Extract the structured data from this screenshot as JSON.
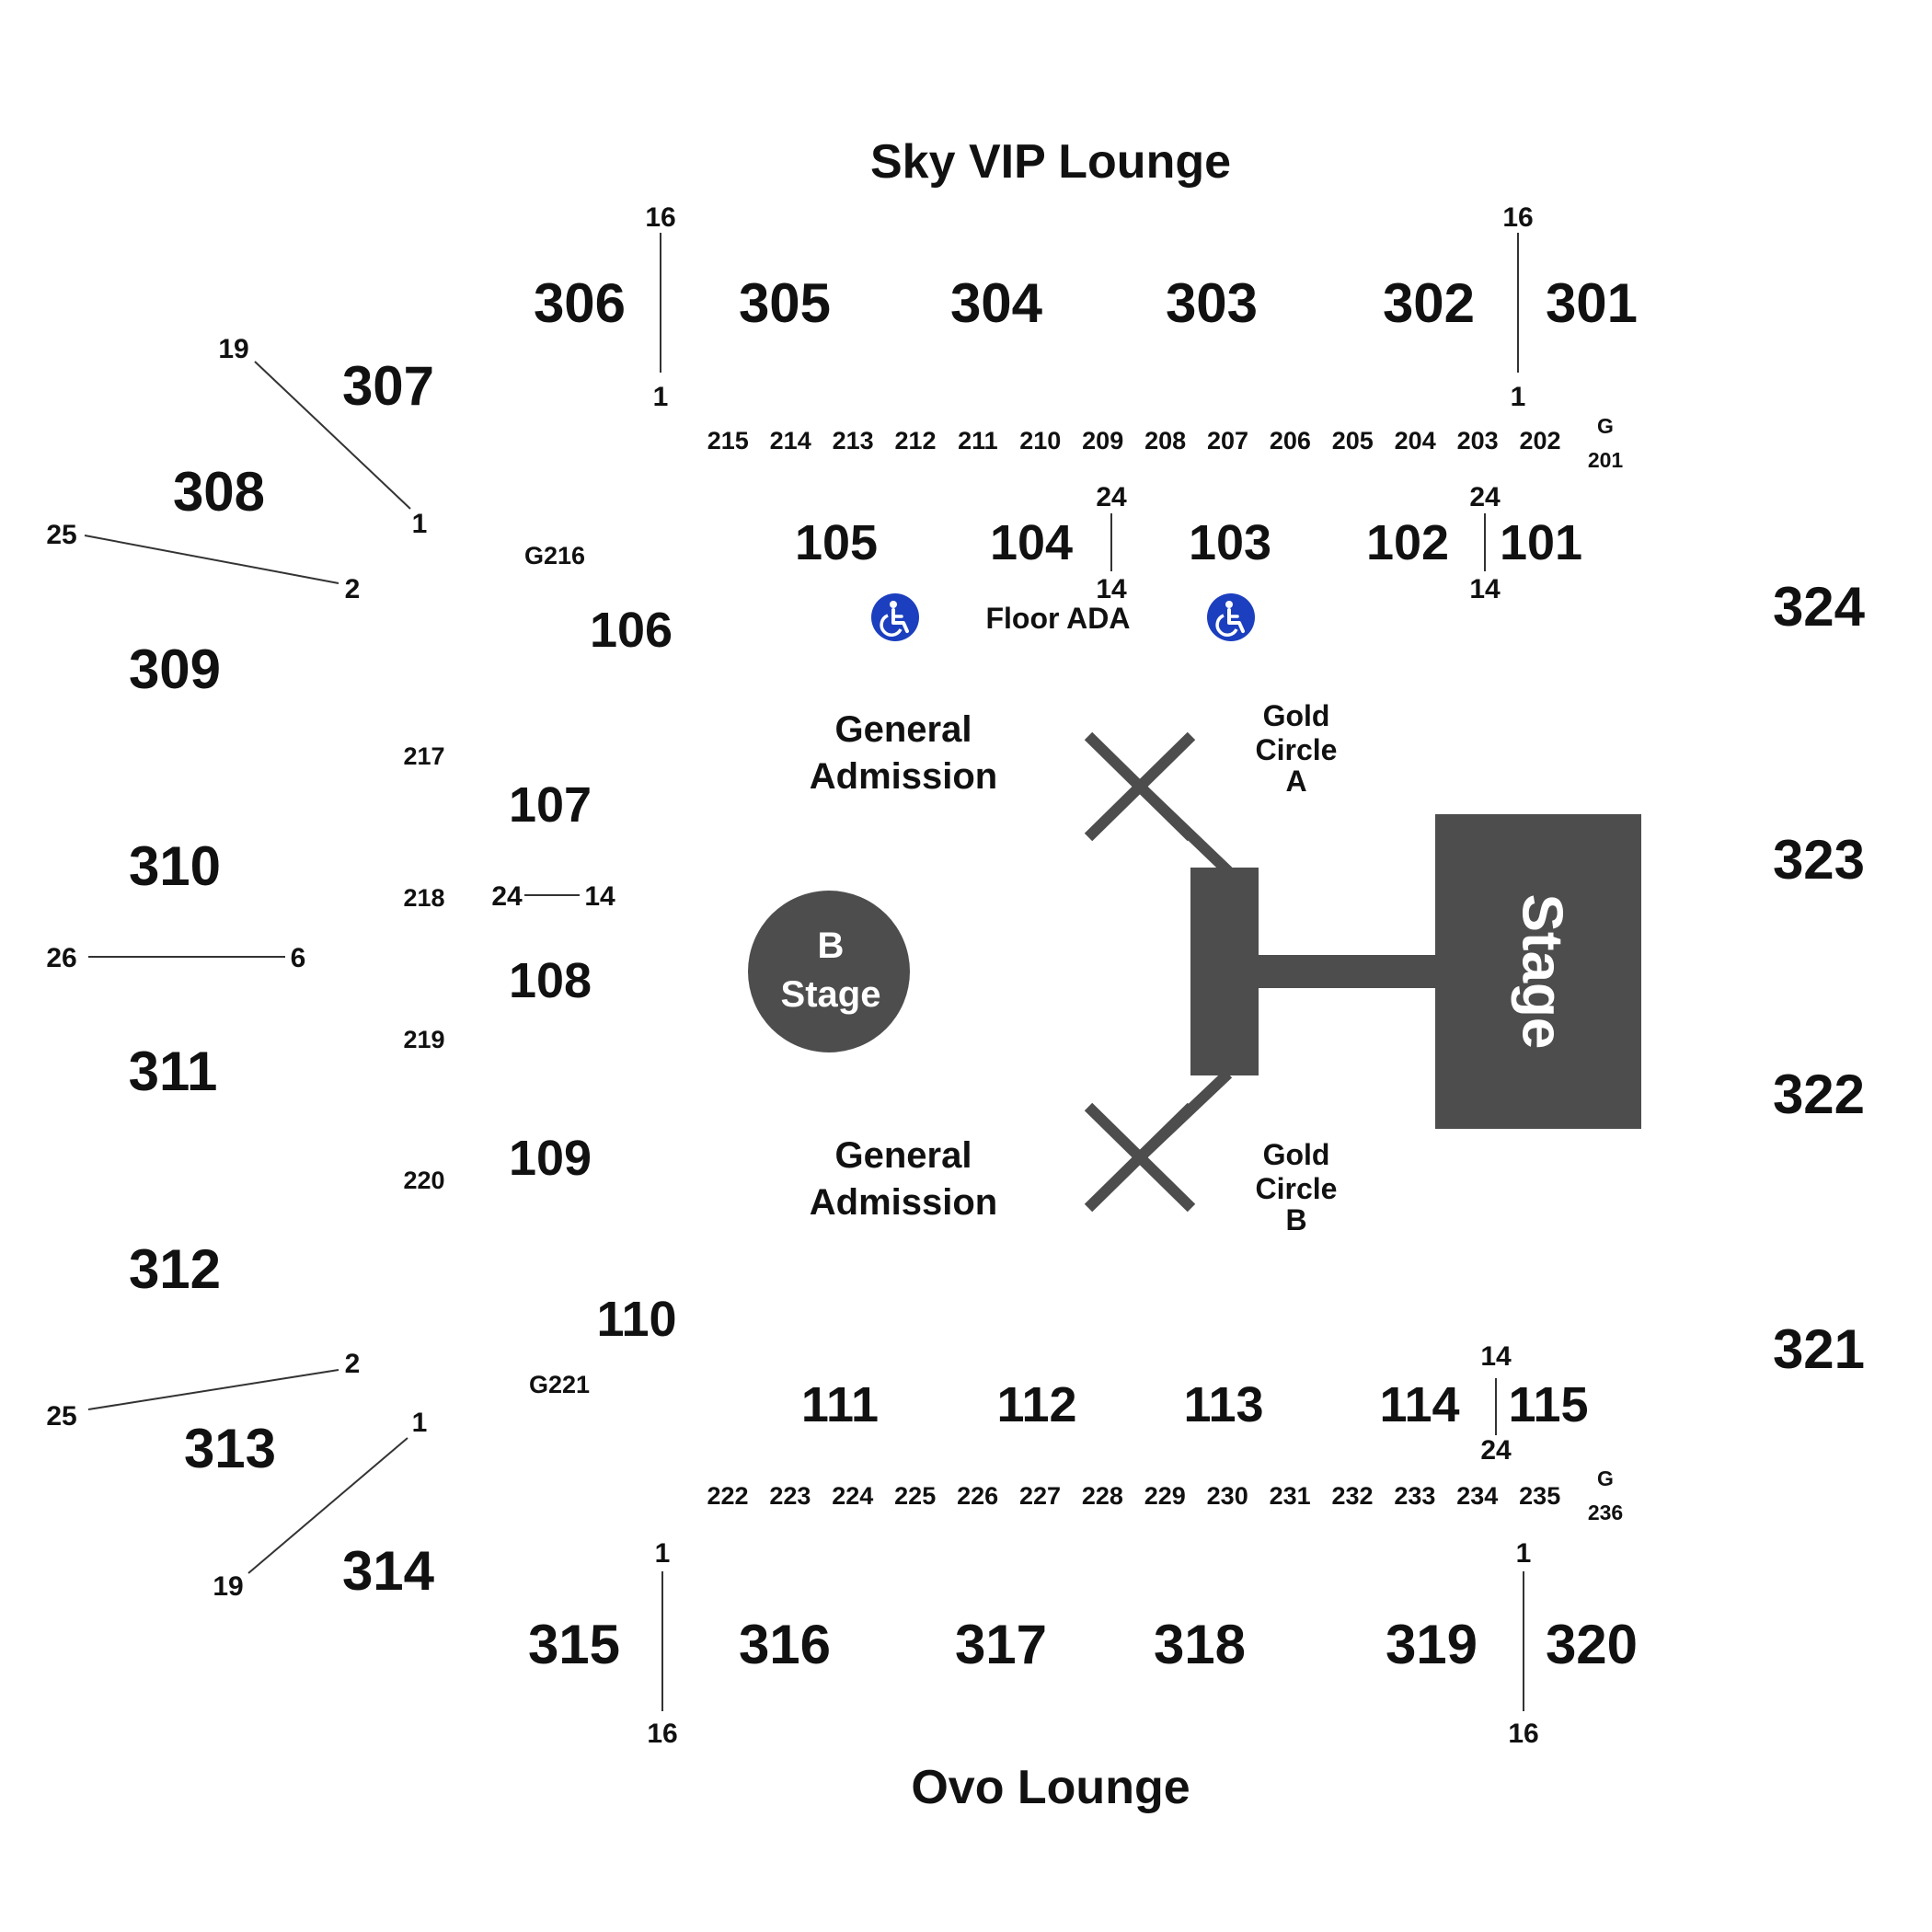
{
  "lounges": {
    "top": "Sky VIP Lounge",
    "bottom": "Ovo Lounge"
  },
  "sections_300": [
    "301",
    "302",
    "303",
    "304",
    "305",
    "306",
    "307",
    "308",
    "309",
    "310",
    "311",
    "312",
    "313",
    "314",
    "315",
    "316",
    "317",
    "318",
    "319",
    "320",
    "321",
    "322",
    "323",
    "324"
  ],
  "sections_100": [
    "101",
    "102",
    "103",
    "104",
    "105",
    "106",
    "107",
    "108",
    "109",
    "110",
    "111",
    "112",
    "113",
    "114",
    "115"
  ],
  "sections_200_top": [
    "202",
    "203",
    "204",
    "205",
    "206",
    "207",
    "208",
    "209",
    "210",
    "211",
    "212",
    "213",
    "214",
    "215"
  ],
  "sections_200_left": [
    "217",
    "218",
    "219",
    "220"
  ],
  "sections_200_bottom": [
    "222",
    "223",
    "224",
    "225",
    "226",
    "227",
    "228",
    "229",
    "230",
    "231",
    "232",
    "233",
    "234",
    "235"
  ],
  "g_sections": {
    "g216": "G216",
    "g221": "G221",
    "g_top": "G",
    "s201": "201",
    "g_bottom": "G",
    "s236": "236"
  },
  "row_labels": {
    "sec306_top": "16",
    "sec306_bottom": "1",
    "sec302_top": "16",
    "sec302_bottom": "1",
    "sec307_a": "19",
    "sec307_b": "1",
    "sec308_a": "25",
    "sec308_b": "2",
    "sec310_a": "26",
    "sec310_b": "6",
    "sec313_a": "25",
    "sec313_b": "2",
    "sec314_a": "1",
    "sec314_b": "19",
    "sec104_top": "24",
    "sec104_bottom": "14",
    "sec102_top": "24",
    "sec102_bottom": "14",
    "sec107_left": "24",
    "sec107_right": "14",
    "sec114_top": "14",
    "sec114_bottom": "24",
    "sec315_top": "1",
    "sec315_bottom": "16",
    "sec319_top": "1",
    "sec319_bottom": "16"
  },
  "floor": {
    "ga_top_line1": "General",
    "ga_top_line2": "Admission",
    "ga_bottom_line1": "General",
    "ga_bottom_line2": "Admission",
    "gold_a_line1": "Gold",
    "gold_a_line2": "Circle",
    "gold_a_line3": "A",
    "gold_b_line1": "Gold",
    "gold_b_line2": "Circle",
    "gold_b_line3": "B",
    "floor_ada": "Floor ADA",
    "b_stage_line1": "B",
    "b_stage_line2": "Stage",
    "main_stage": "Stage"
  },
  "icons": [
    "wheelchair-icon",
    "wheelchair-icon"
  ],
  "colors": {
    "stage": "#4d4d4d",
    "ada": "#1c3fbf",
    "text": "#111111",
    "background": "#ffffff"
  }
}
